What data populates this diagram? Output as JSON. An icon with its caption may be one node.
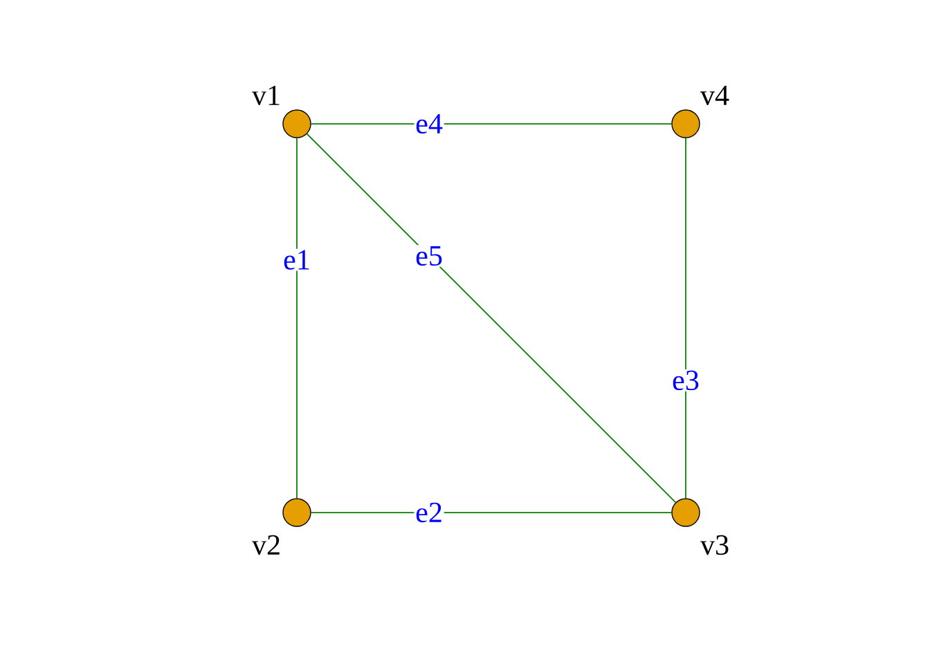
{
  "diagram": {
    "nodes": [
      {
        "text": [],
        "shape": "circle",
        "beside": [
          "v1"
        ]
      },
      {
        "text": [],
        "shape": "circle",
        "beside": [
          "v2"
        ]
      },
      {
        "text": [],
        "shape": "circle",
        "beside": [
          "v3"
        ]
      },
      {
        "text": [],
        "shape": "circle",
        "beside": [
          "v4"
        ]
      }
    ],
    "edges": [
      {
        "from": 0,
        "to": 1,
        "arrow": "none",
        "label": "e1"
      },
      {
        "from": 1,
        "to": 2,
        "arrow": "none",
        "label": "e2"
      },
      {
        "from": 2,
        "to": 3,
        "arrow": "none",
        "label": "e3"
      },
      {
        "from": 0,
        "to": 3,
        "arrow": "none",
        "label": "e4"
      },
      {
        "from": 0,
        "to": 2,
        "arrow": "none",
        "label": "e5"
      }
    ]
  }
}
